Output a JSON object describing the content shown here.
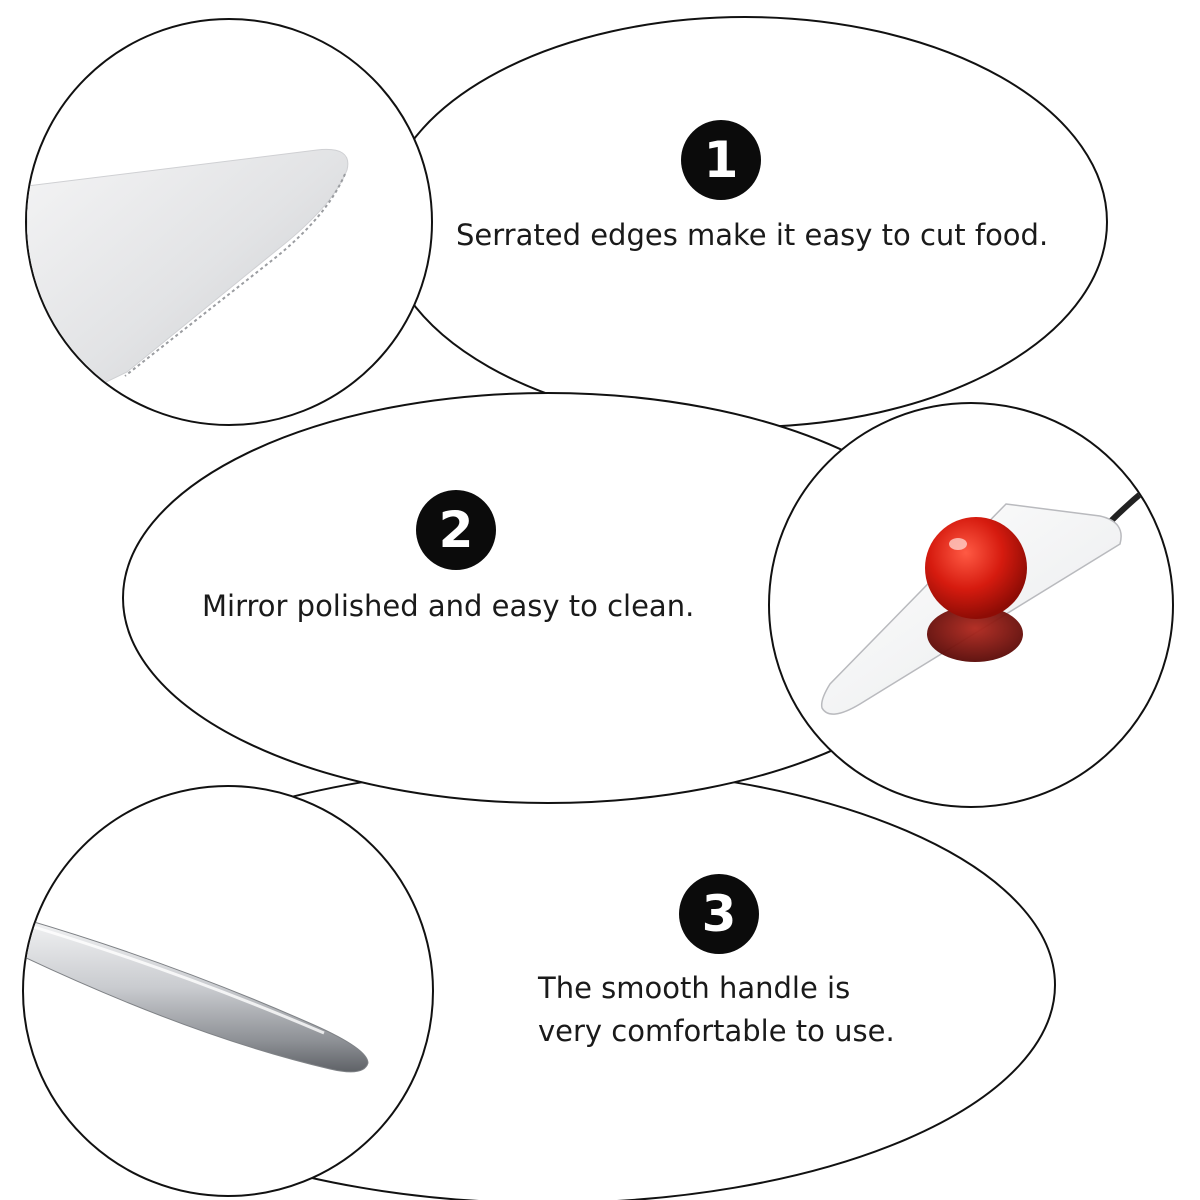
{
  "colors": {
    "outline": "#111111",
    "badge": "#0b0b0b",
    "tomato": "#d61b0f",
    "steel": "#c9cbcf"
  },
  "features": [
    {
      "number": "1",
      "text": "Serrated edges make it easy to cut food.",
      "image": "serrated-blade-closeup"
    },
    {
      "number": "2",
      "text": "Mirror polished and easy to clean.",
      "image": "tomato-on-server-closeup"
    },
    {
      "number": "3",
      "lines": [
        "The smooth handle is",
        "very comfortable to use."
      ],
      "image": "handle-closeup"
    }
  ]
}
